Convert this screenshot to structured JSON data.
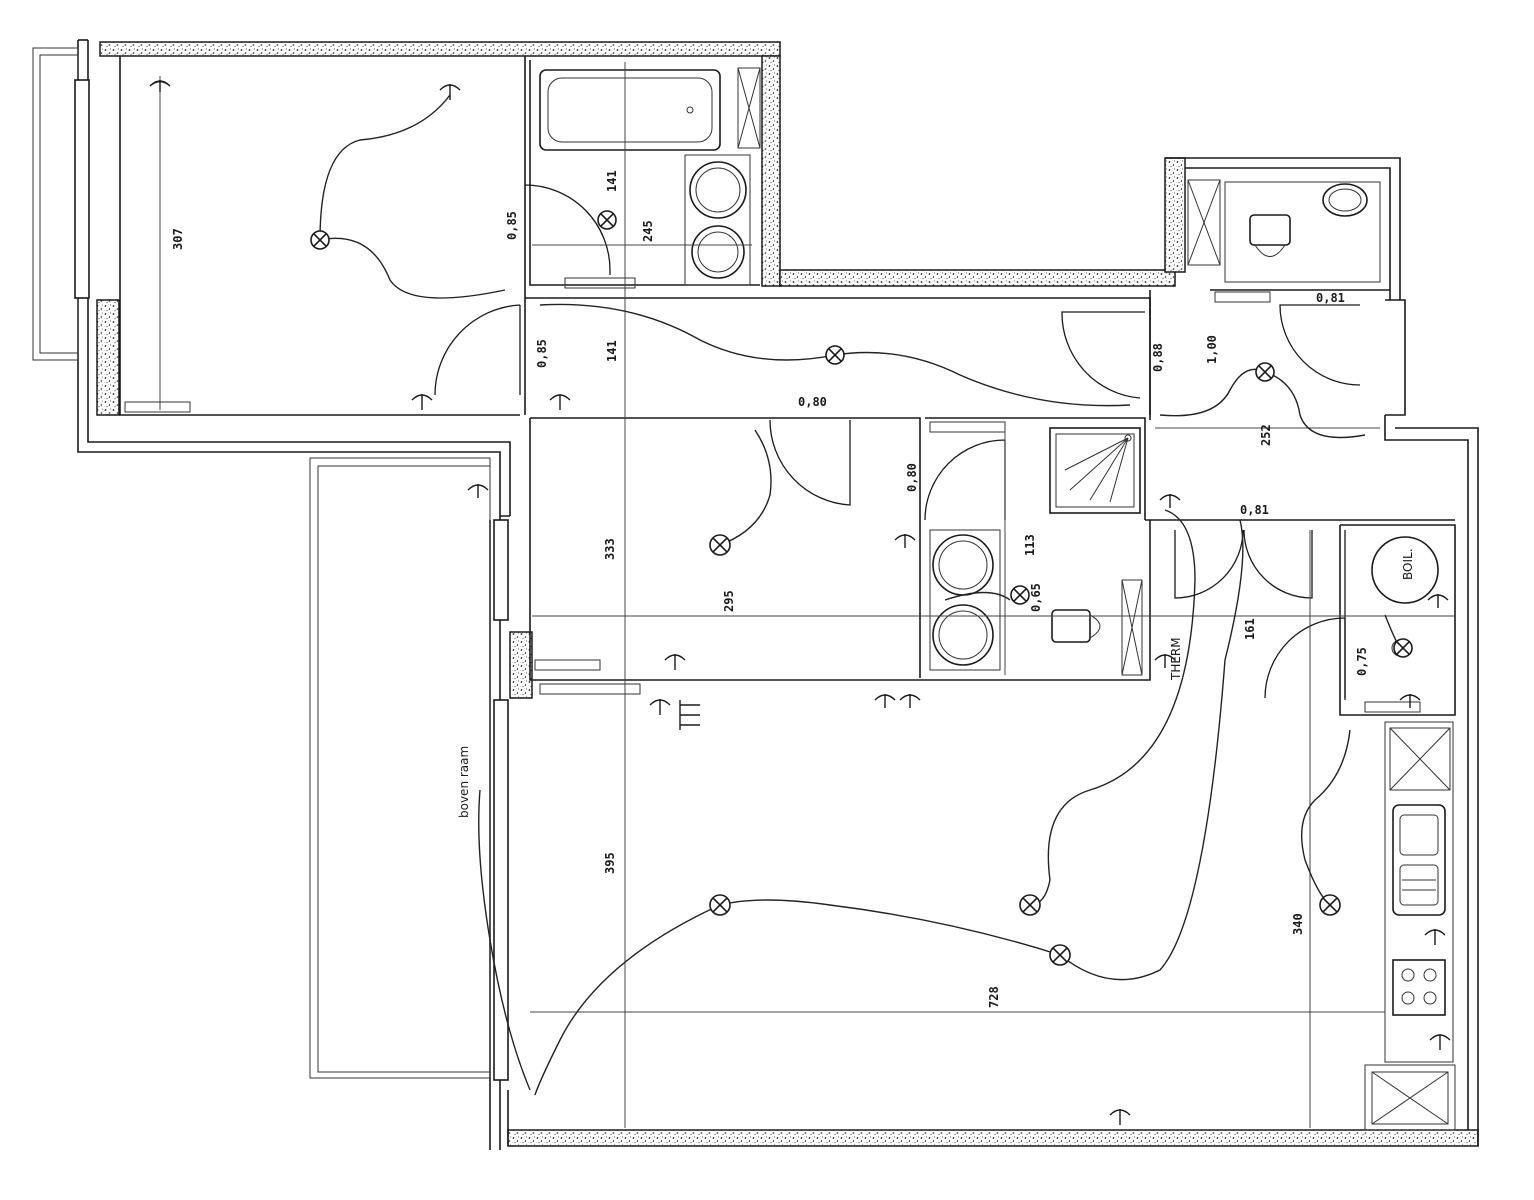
{
  "annotations": {
    "balcony_label": "boven raam"
  },
  "dimensions": {
    "bedroom_height": "307",
    "bathroom_tub": "141",
    "bathroom_sink": "245",
    "bath_door": "0,85",
    "hall_height": "141",
    "hall_door": "0,85",
    "hall_door2": "0,88",
    "hall_top_door": "0,80",
    "room2_height": "333",
    "room2_width": "295",
    "shower_room": "113",
    "shower_door": "0,80",
    "entry_width": "252",
    "entry_door": "1,00",
    "corridor_door": "0,81",
    "utility_door": "0,81",
    "living_left": "395",
    "living_right": "340",
    "living_width": "728",
    "toilet_small": "0,65",
    "kitchen_height": "161",
    "store_door": "0,75"
  },
  "fixture_labels": {
    "boiler": "BOIL.",
    "therm": "THERM"
  }
}
